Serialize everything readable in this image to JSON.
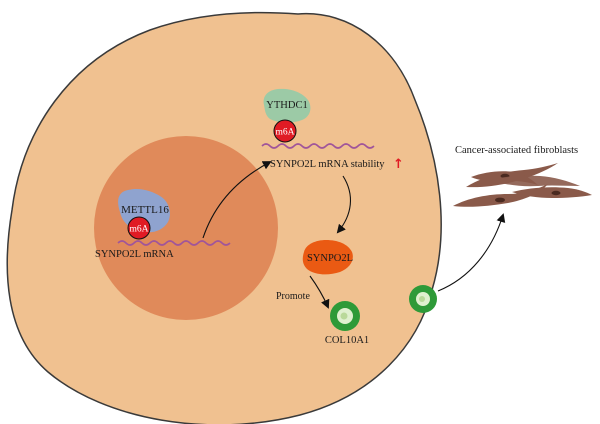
{
  "labels": {
    "methyltransferase": "METTL16",
    "reader": "YTHDC1",
    "m6a_mark": "m6A",
    "mrna_nucleus": "SYNPO2L mRNA",
    "mrna_stability": "SYNPO2L mRNA stability",
    "stability_arrow": "↑",
    "protein": "SYNPO2L",
    "promote": "Promote",
    "target": "COL10A1",
    "fibroblasts": "Cancer-associated fibroblasts"
  },
  "colors": {
    "cell": "#f0c190",
    "cell_border": "#3a3a3a",
    "nucleus": "#e08a5a",
    "mettl16": "#8fa3cf",
    "ythdc1": "#9ccaa6",
    "m6a": "#e01b24",
    "mrna": "#a0559a",
    "synpo2l": "#ea5a13",
    "col10a1": "#2e9a38",
    "fibroblast": "#8a5a4a",
    "arrow_up": "#e01b24"
  }
}
